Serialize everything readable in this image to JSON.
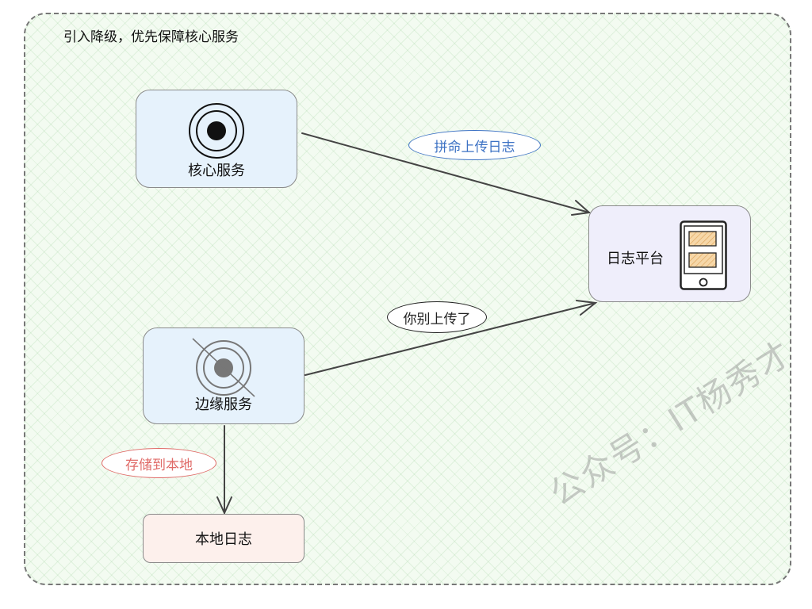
{
  "diagram": {
    "title": "引入降级，优先保障核心服务",
    "nodes": {
      "core": {
        "label": "核心服务",
        "icon": "target-icon"
      },
      "edge": {
        "label": "边缘服务",
        "icon": "target-crossed-icon"
      },
      "platform": {
        "label": "日志平台",
        "icon": "tablet-icon"
      },
      "local": {
        "label": "本地日志"
      }
    },
    "edges": [
      {
        "from": "core",
        "to": "platform",
        "label": "拼命上传日志",
        "color": "#3d72c4"
      },
      {
        "from": "edge",
        "to": "platform",
        "label": "你别上传了",
        "color": "#222222"
      },
      {
        "from": "edge",
        "to": "local",
        "label": "存储到本地",
        "color": "#e06b68"
      }
    ],
    "watermark": "公众号：IT杨秀才"
  },
  "colors": {
    "frame_bg": "#f3fbf1",
    "service_bg": "#e6f2fc",
    "platform_bg": "#efeefb",
    "local_bg": "#fdf0ec",
    "accent_blue": "#3d72c4",
    "accent_red": "#e06b68"
  }
}
